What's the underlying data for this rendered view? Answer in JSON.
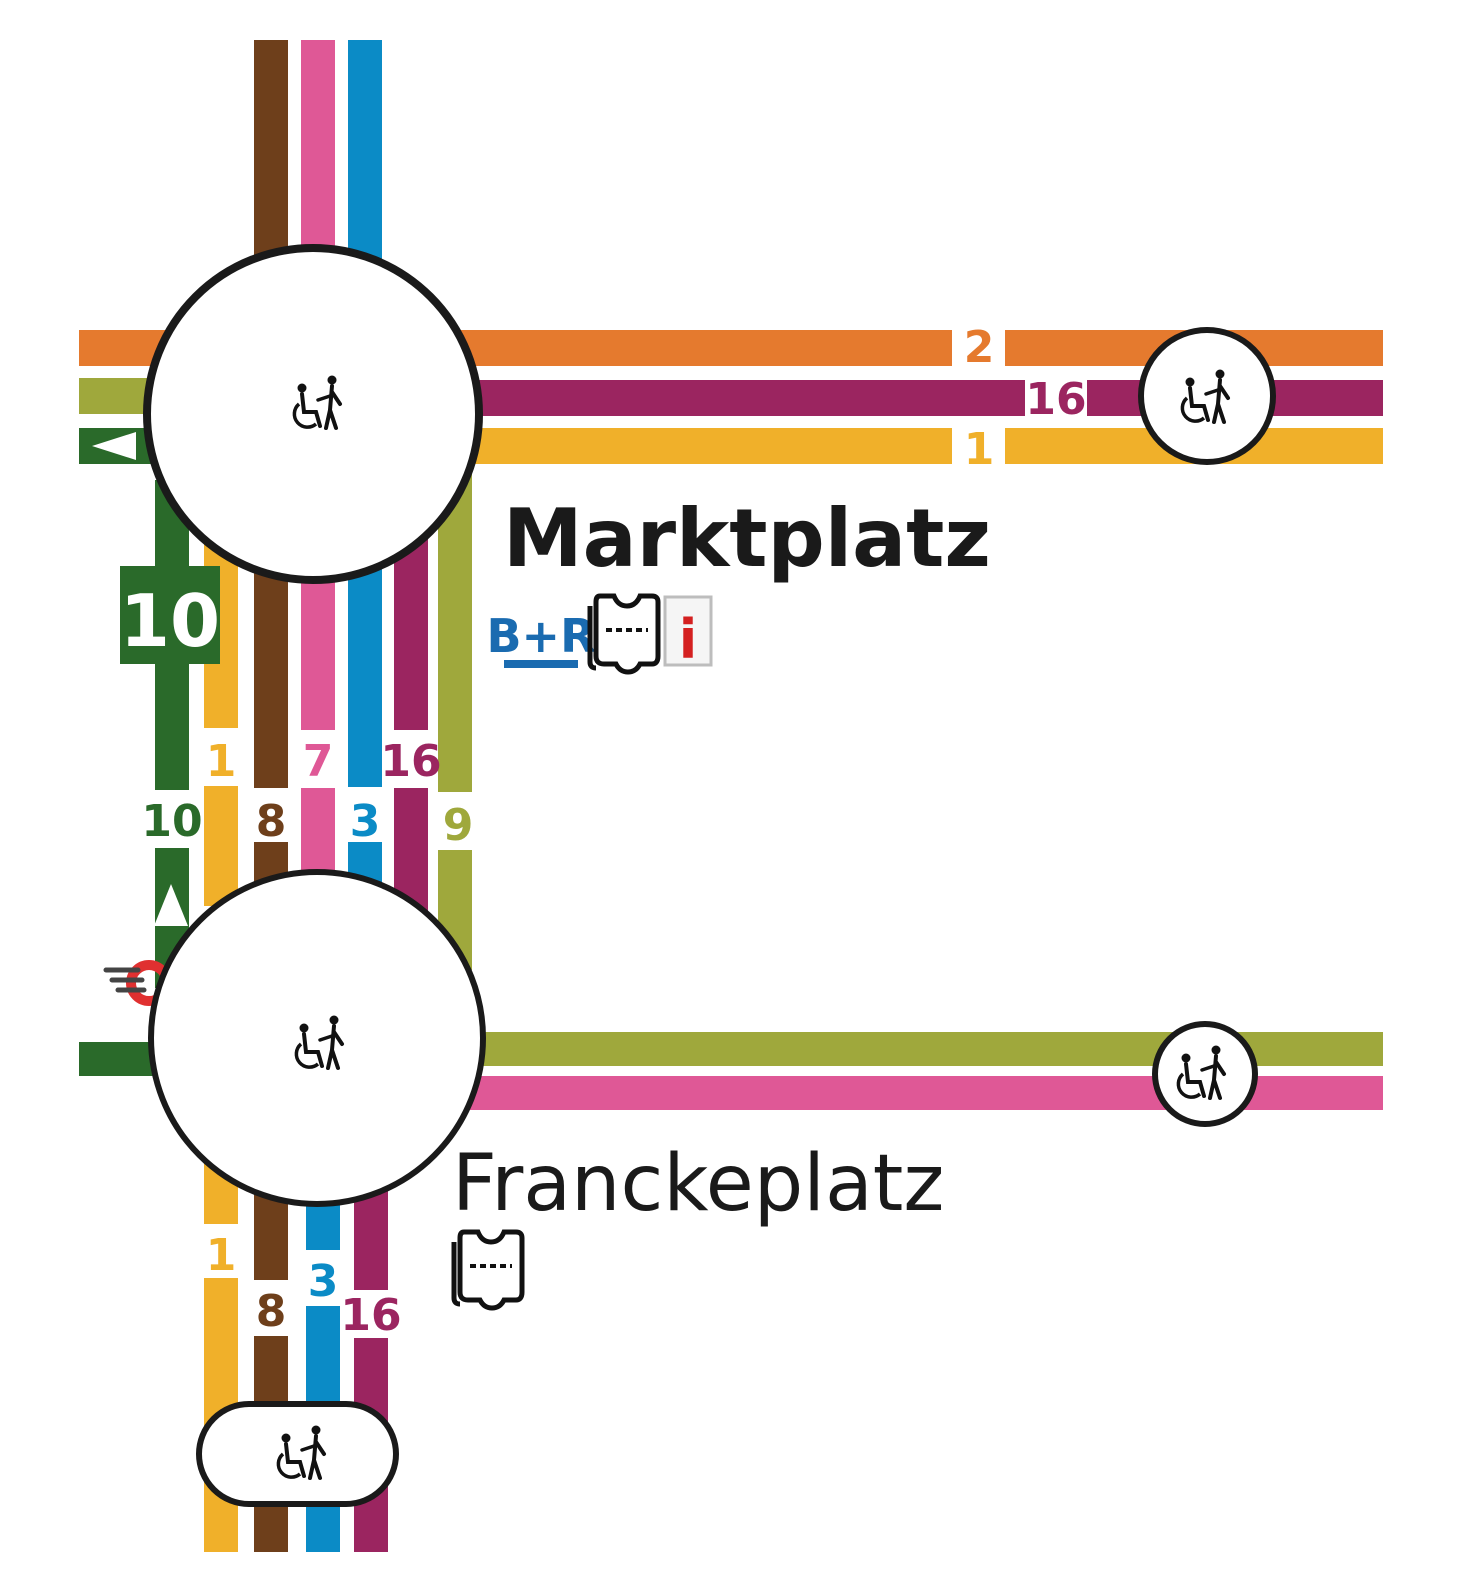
{
  "colors": {
    "line_1": "#f0b02a",
    "line_2": "#e57a2e",
    "line_3": "#0b8bc6",
    "line_7": "#df5896",
    "line_8": "#6e3f1b",
    "line_9": "#9fa83c",
    "line_10": "#2a6a2a",
    "line_16": "#9b2560",
    "stop_outline": "#1a1a1a"
  },
  "stations": {
    "marktplatz": {
      "name": "Marktplatz",
      "services": [
        "B+R",
        "ticket-machine-icon",
        "info-icon"
      ],
      "accessibility": "wheelchair-icon"
    },
    "franckeplatz": {
      "name": "Franckeplatz",
      "services": [
        "ticket-machine-icon"
      ],
      "accessibility": "wheelchair-icon"
    }
  },
  "services": {
    "bike_and_ride": "B+R",
    "info": "i"
  },
  "line_labels": {
    "h_top": [
      "2",
      "16",
      "1"
    ],
    "v_between": [
      "10",
      "1",
      "8",
      "7",
      "3",
      "16",
      "9"
    ],
    "v_bottom": [
      "1",
      "8",
      "3",
      "16"
    ],
    "badge": "10"
  },
  "icons": [
    "wheelchair-icon",
    "ticket-machine-icon",
    "info-icon",
    "bike-and-ride-icon",
    "direction-arrow-icon",
    "tram-logo-icon"
  ]
}
